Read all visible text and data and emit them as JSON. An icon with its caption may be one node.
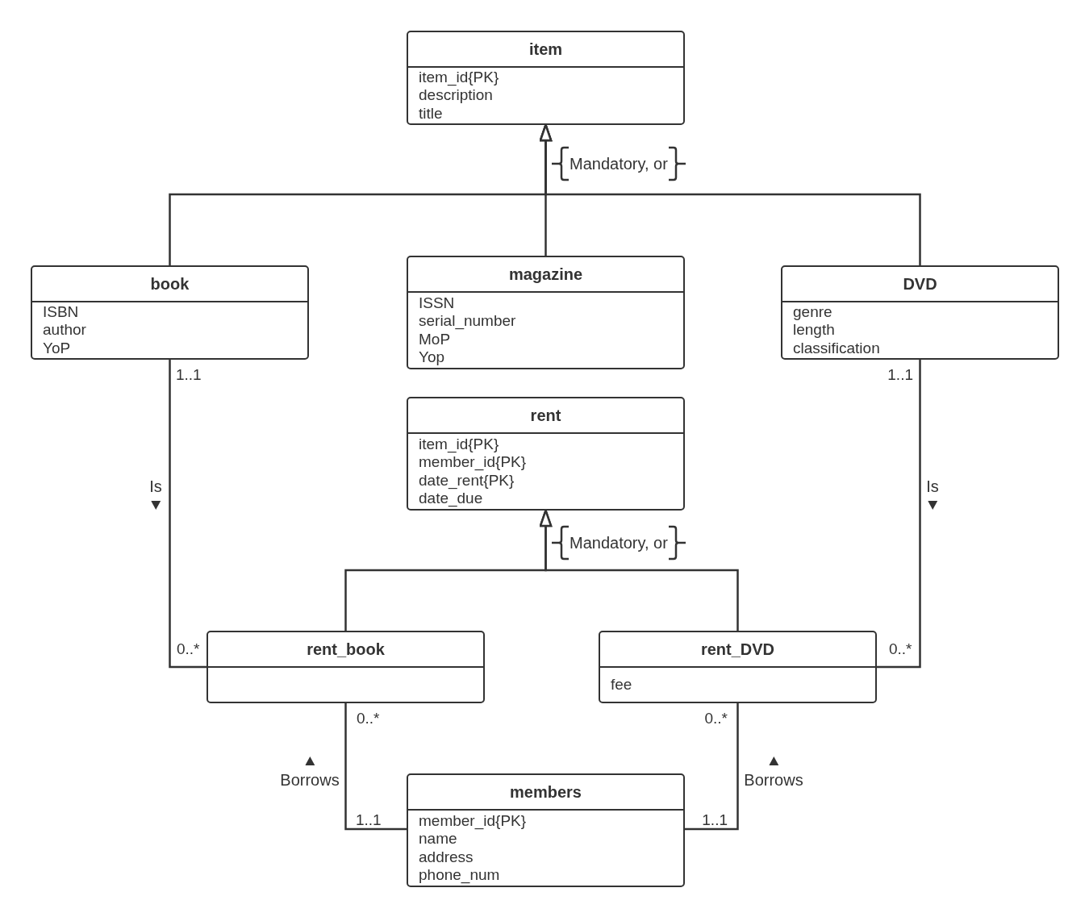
{
  "diagram": {
    "nodes": [
      {
        "text": [
          "item",
          "item_id{PK}",
          "description",
          "title"
        ]
      },
      {
        "text": [
          "book",
          "ISBN",
          "author",
          "YoP"
        ]
      },
      {
        "text": [
          "magazine",
          "ISSN",
          "serial_number",
          "MoP",
          "Yop"
        ]
      },
      {
        "text": [
          "DVD",
          "genre",
          "length",
          "classification"
        ]
      },
      {
        "text": [
          "rent",
          "item_id{PK}",
          "member_id{PK}",
          "date_rent{PK}",
          "date_due"
        ]
      },
      {
        "text": [
          "rent_book"
        ]
      },
      {
        "text": [
          "rent_DVD",
          "fee"
        ]
      },
      {
        "text": [
          "members",
          "member_id{PK}",
          "name",
          "address",
          "phone_num"
        ]
      }
    ],
    "edges": [
      {
        "from": 1,
        "to": 0,
        "arrow": "to"
      },
      {
        "from": 2,
        "to": 0,
        "arrow": "to"
      },
      {
        "from": 3,
        "to": 0,
        "arrow": "to"
      },
      {
        "from": 5,
        "to": 4,
        "arrow": "to"
      },
      {
        "from": 6,
        "to": 4,
        "arrow": "to"
      },
      {
        "from": 1,
        "to": 5,
        "arrow": "none",
        "label": "Is"
      },
      {
        "from": 3,
        "to": 6,
        "arrow": "none",
        "label": "Is"
      },
      {
        "from": 7,
        "to": 5,
        "arrow": "none",
        "label": "Borrows"
      },
      {
        "from": 7,
        "to": 6,
        "arrow": "none",
        "label": "Borrows"
      }
    ],
    "labels": [
      "Mandatory, or",
      "1..1",
      "1..1",
      "Mandatory, or",
      "0..*",
      "0..*",
      "0..*",
      "0..*",
      "1..1",
      "1..1"
    ]
  }
}
